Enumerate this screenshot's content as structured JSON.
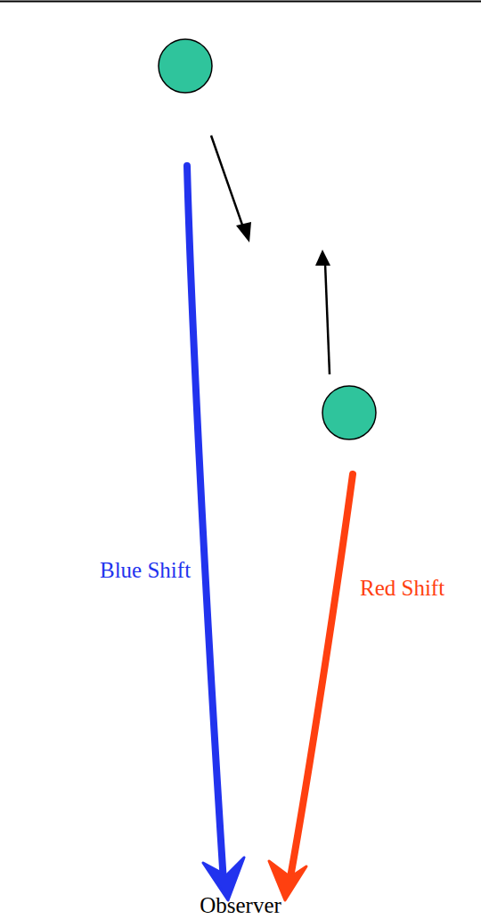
{
  "diagram": {
    "labels": [
      "Blue Shift",
      "Red Shift",
      "Observer"
    ]
  }
}
